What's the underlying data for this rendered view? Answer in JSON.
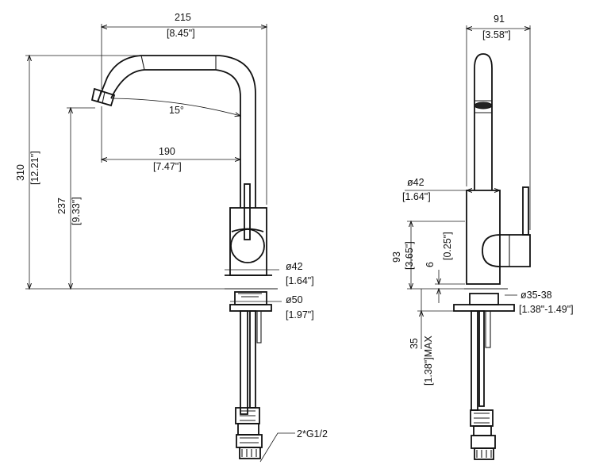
{
  "front_view": {
    "width_mm": "215",
    "width_in": "[8.45\"]",
    "height_mm": "310",
    "height_in": "[12.21\"]",
    "spout_height_mm": "237",
    "spout_height_in": "[9.33\"]",
    "spout_reach_mm": "190",
    "spout_reach_in": "[7.47\"]",
    "spout_angle": "15°",
    "body_dia_mm": "ø42",
    "body_dia_in": "[1.64\"]",
    "base_dia_mm": "ø50",
    "base_dia_in": "[1.97\"]",
    "connection": "2*G1/2"
  },
  "side_view": {
    "depth_mm": "91",
    "depth_in": "[3.58\"]",
    "body_dia_mm": "ø42",
    "body_dia_in": "[1.64\"]",
    "lever_height_mm": "93",
    "lever_height_in": "[3.65\"]",
    "gap_mm": "6",
    "gap_in": "[0.25\"]",
    "hole_dia_mm": "ø35-38",
    "hole_dia_in": "[1.38\"-1.49\"]",
    "max_thickness_mm": "35",
    "max_thickness_in": "[1.38\"]MAX"
  }
}
